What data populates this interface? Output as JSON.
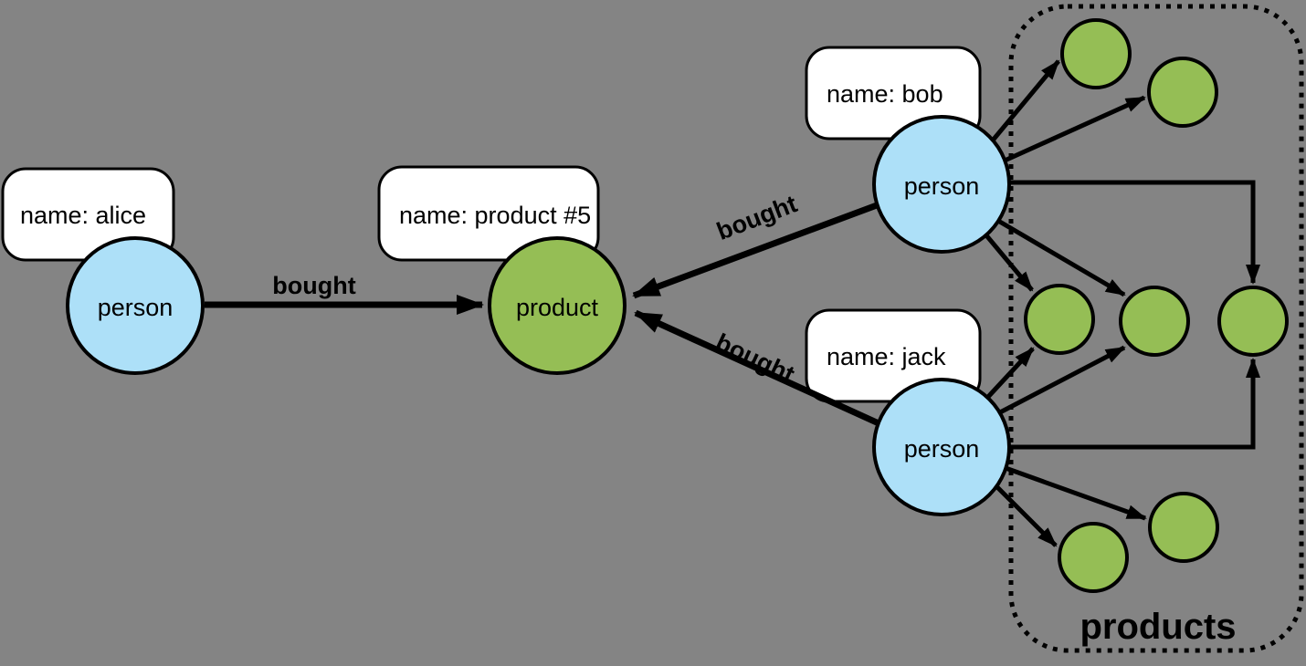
{
  "colors": {
    "background": "#848484",
    "person_fill": "#ADE0F8",
    "product_fill": "#95BE55",
    "label_box_fill": "#FFFFFF",
    "line": "#000000"
  },
  "nodes": {
    "alice": {
      "type": "person",
      "property": "name: alice"
    },
    "bob": {
      "type": "person",
      "property": "name: bob"
    },
    "jack": {
      "type": "person",
      "property": "name: jack"
    },
    "product5": {
      "type": "product",
      "property": "name: product #5"
    }
  },
  "edges": {
    "alice_bought": {
      "label": "bought"
    },
    "bob_bought": {
      "label": "bought"
    },
    "jack_bought": {
      "label": "bought"
    }
  },
  "group": {
    "label": "products",
    "anonymous_product_count": 7
  }
}
